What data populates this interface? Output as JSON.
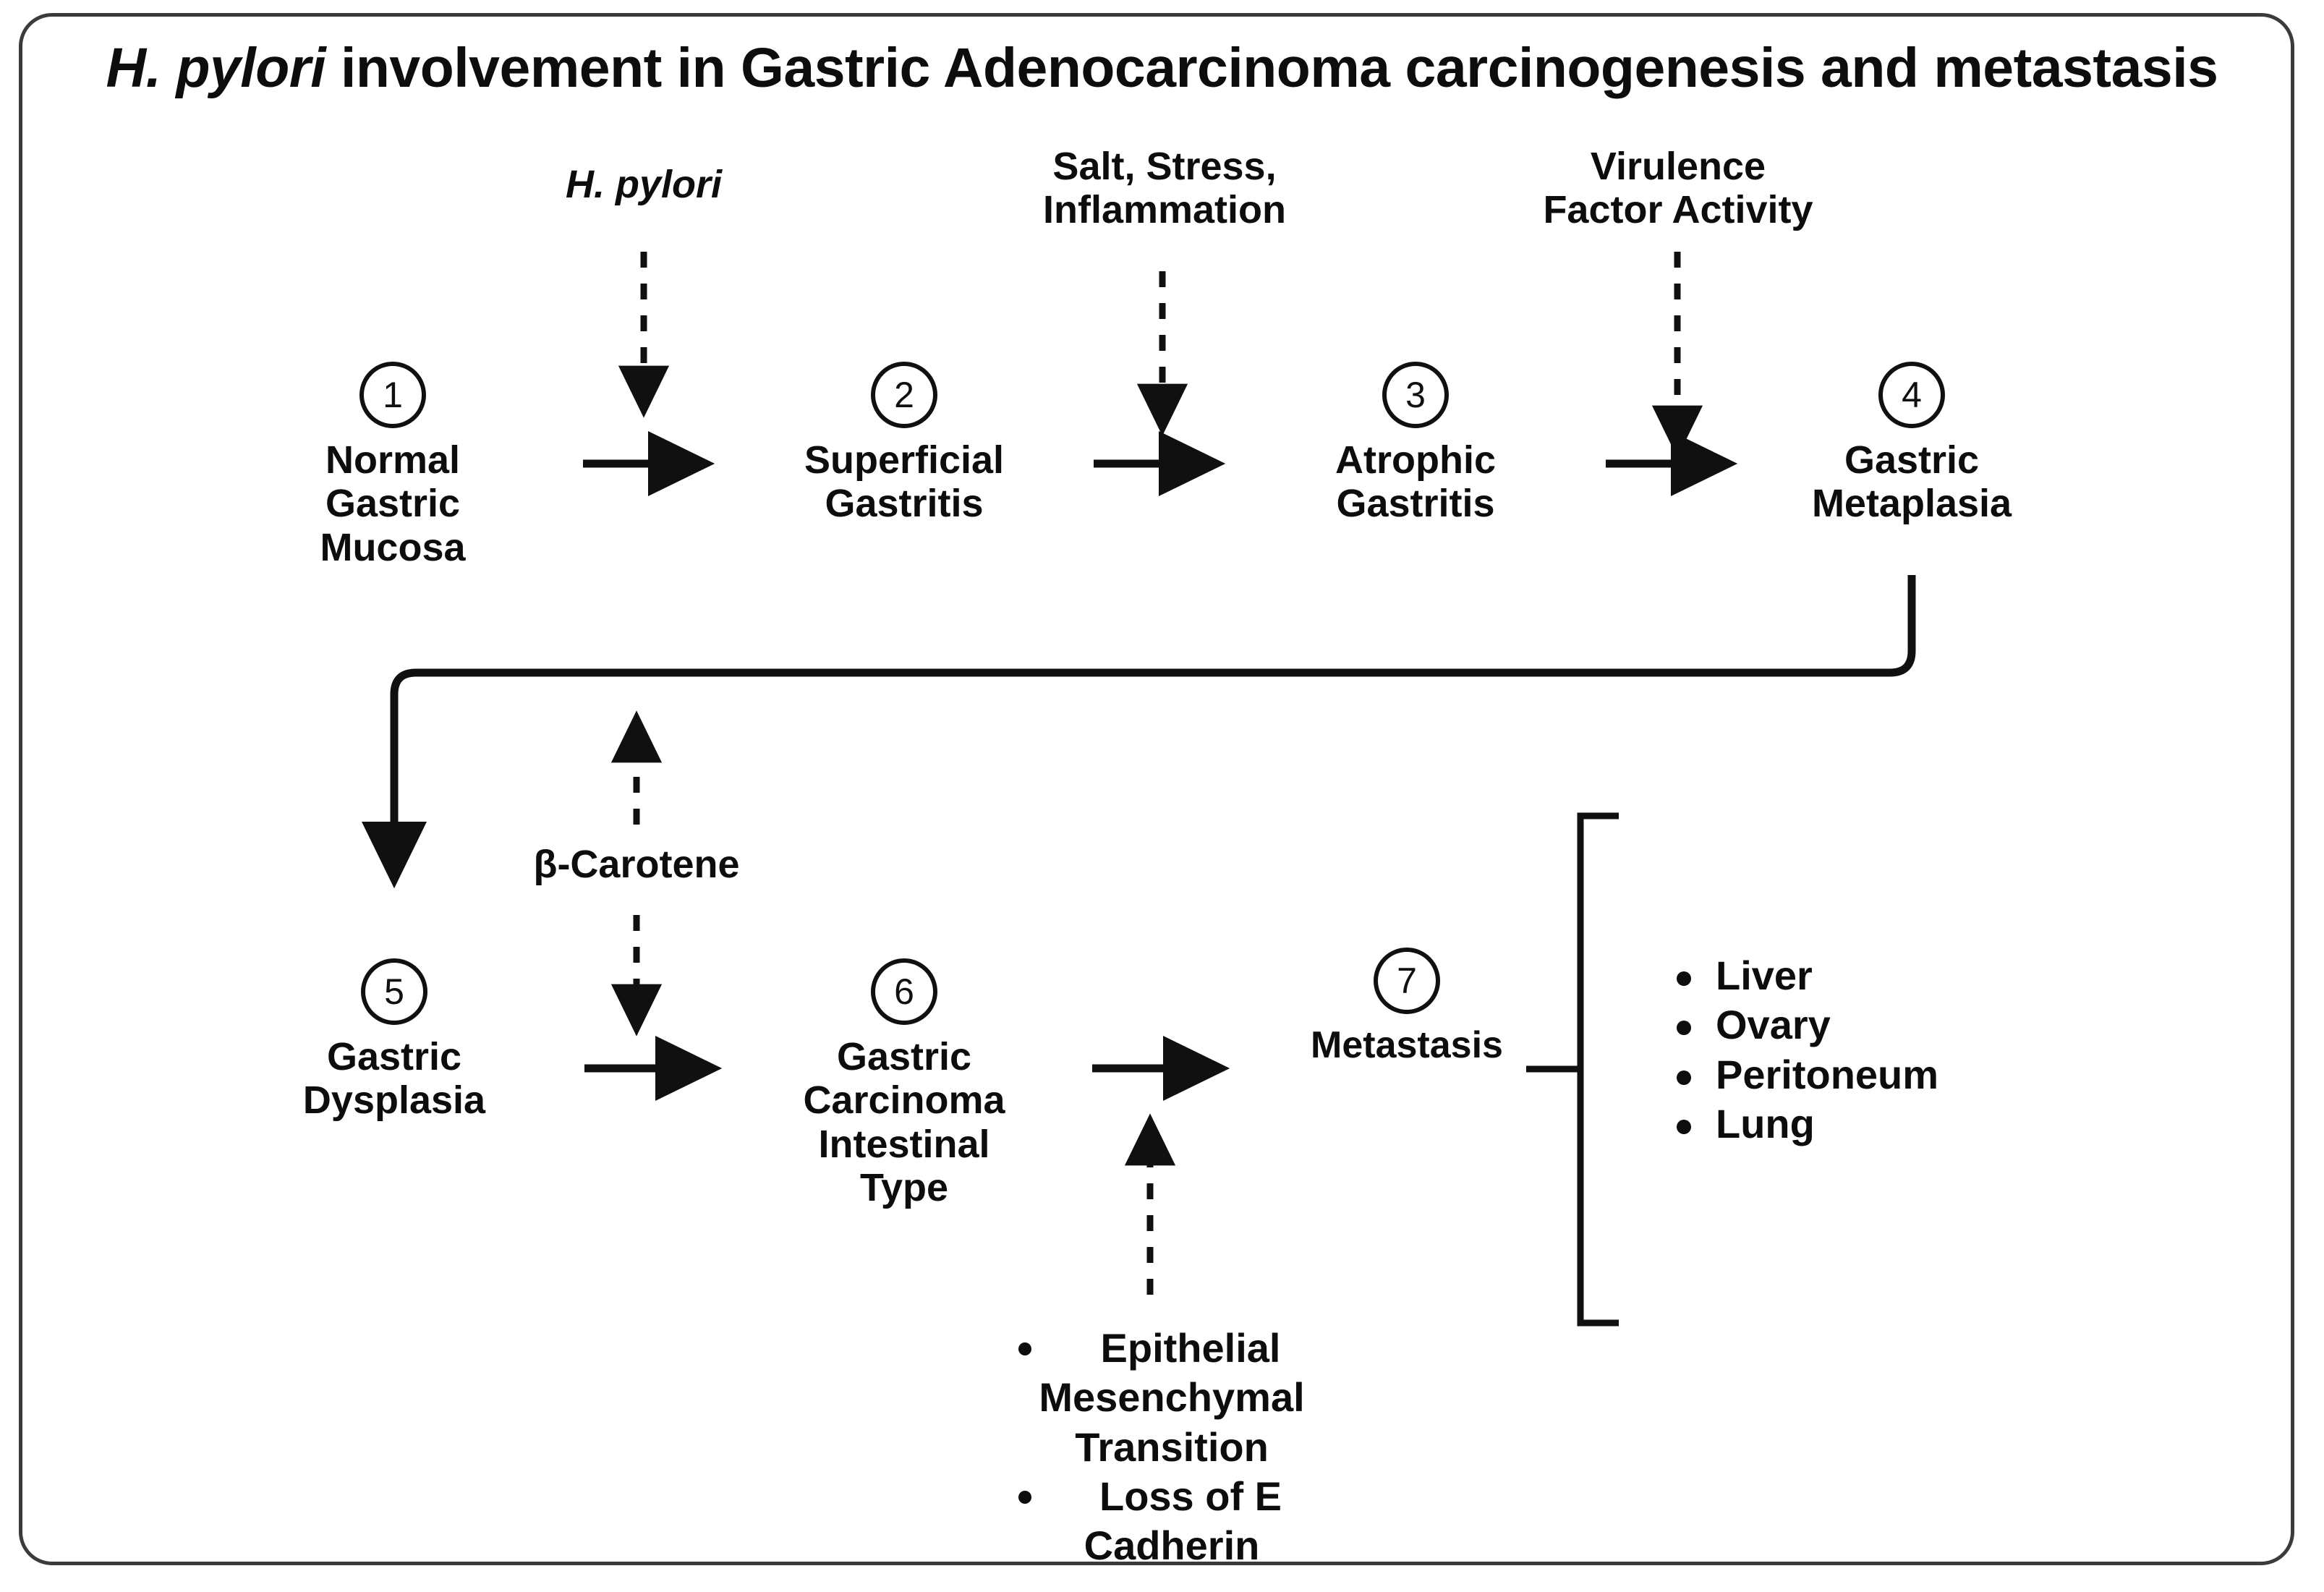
{
  "figure": {
    "title_prefix": "H. pylori",
    "title_rest": " involvement in Gastric Adenocarcinoma carcinogenesis and metastasis",
    "accent_color": "#0d0d0d",
    "frame_color": "#3b3b3b"
  },
  "nodes": [
    {
      "number": "1",
      "label": "Normal\nGastric\nMucosa"
    },
    {
      "number": "2",
      "label": "Superficial\nGastritis"
    },
    {
      "number": "3",
      "label": "Atrophic\nGastritis"
    },
    {
      "number": "4",
      "label": "Gastric\nMetaplasia"
    },
    {
      "number": "5",
      "label": "Gastric\nDysplasia"
    },
    {
      "number": "6",
      "label": "Gastric\nCarcinoma\nIntestinal\nType"
    },
    {
      "number": "7",
      "label": "Metastasis"
    }
  ],
  "factors": [
    {
      "name": "h-pylori",
      "label": "H. pylori",
      "italic": true
    },
    {
      "name": "salt-stress-inflammation",
      "label": "Salt, Stress,\nInflammation",
      "italic": false
    },
    {
      "name": "virulence-factor-activity",
      "label": "Virulence\nFactor Activity",
      "italic": false
    },
    {
      "name": "beta-carotene",
      "label": "β-Carotene",
      "italic": false
    }
  ],
  "metastasis_sites": [
    "Liver",
    "Ovary",
    "Peritoneum",
    "Lung"
  ],
  "emt_factors": [
    {
      "first_line": "Epithelial",
      "rest": "Mesenchymal\nTransition"
    },
    {
      "first_line": "Loss of E",
      "rest": "Cadherin"
    }
  ]
}
